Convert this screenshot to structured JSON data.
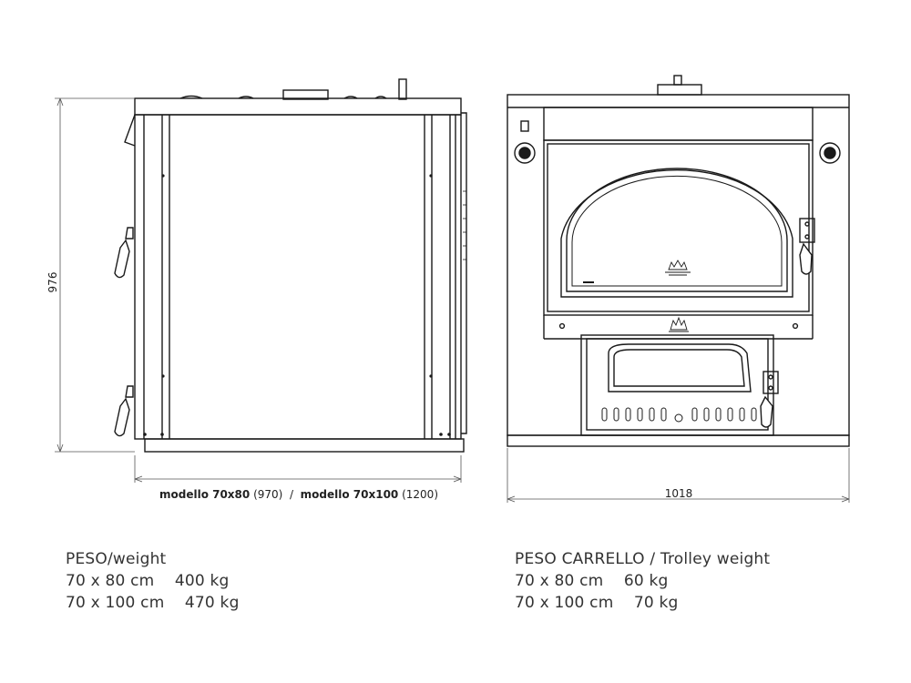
{
  "dimensions": {
    "height_label": "976",
    "front_width_label": "1018",
    "side_caption": {
      "model_a": "modello 70x80",
      "model_a_value": " (970)",
      "separator": "  /  ",
      "model_b": "modello 70x100",
      "model_b_value": " (1200)"
    }
  },
  "weights_oven": {
    "title": "PESO/weight",
    "rows": [
      "70 x 80 cm    400 kg",
      "70 x 100 cm    470 kg"
    ]
  },
  "weights_trolley": {
    "title": "PESO CARRELLO / Trolley weight",
    "rows": [
      "70 x 80 cm    60 kg",
      "70 x 100 cm    70 kg"
    ]
  },
  "colors": {
    "line": "#1a1a1a",
    "dim_line": "#555555",
    "fill": "#ffffff"
  }
}
